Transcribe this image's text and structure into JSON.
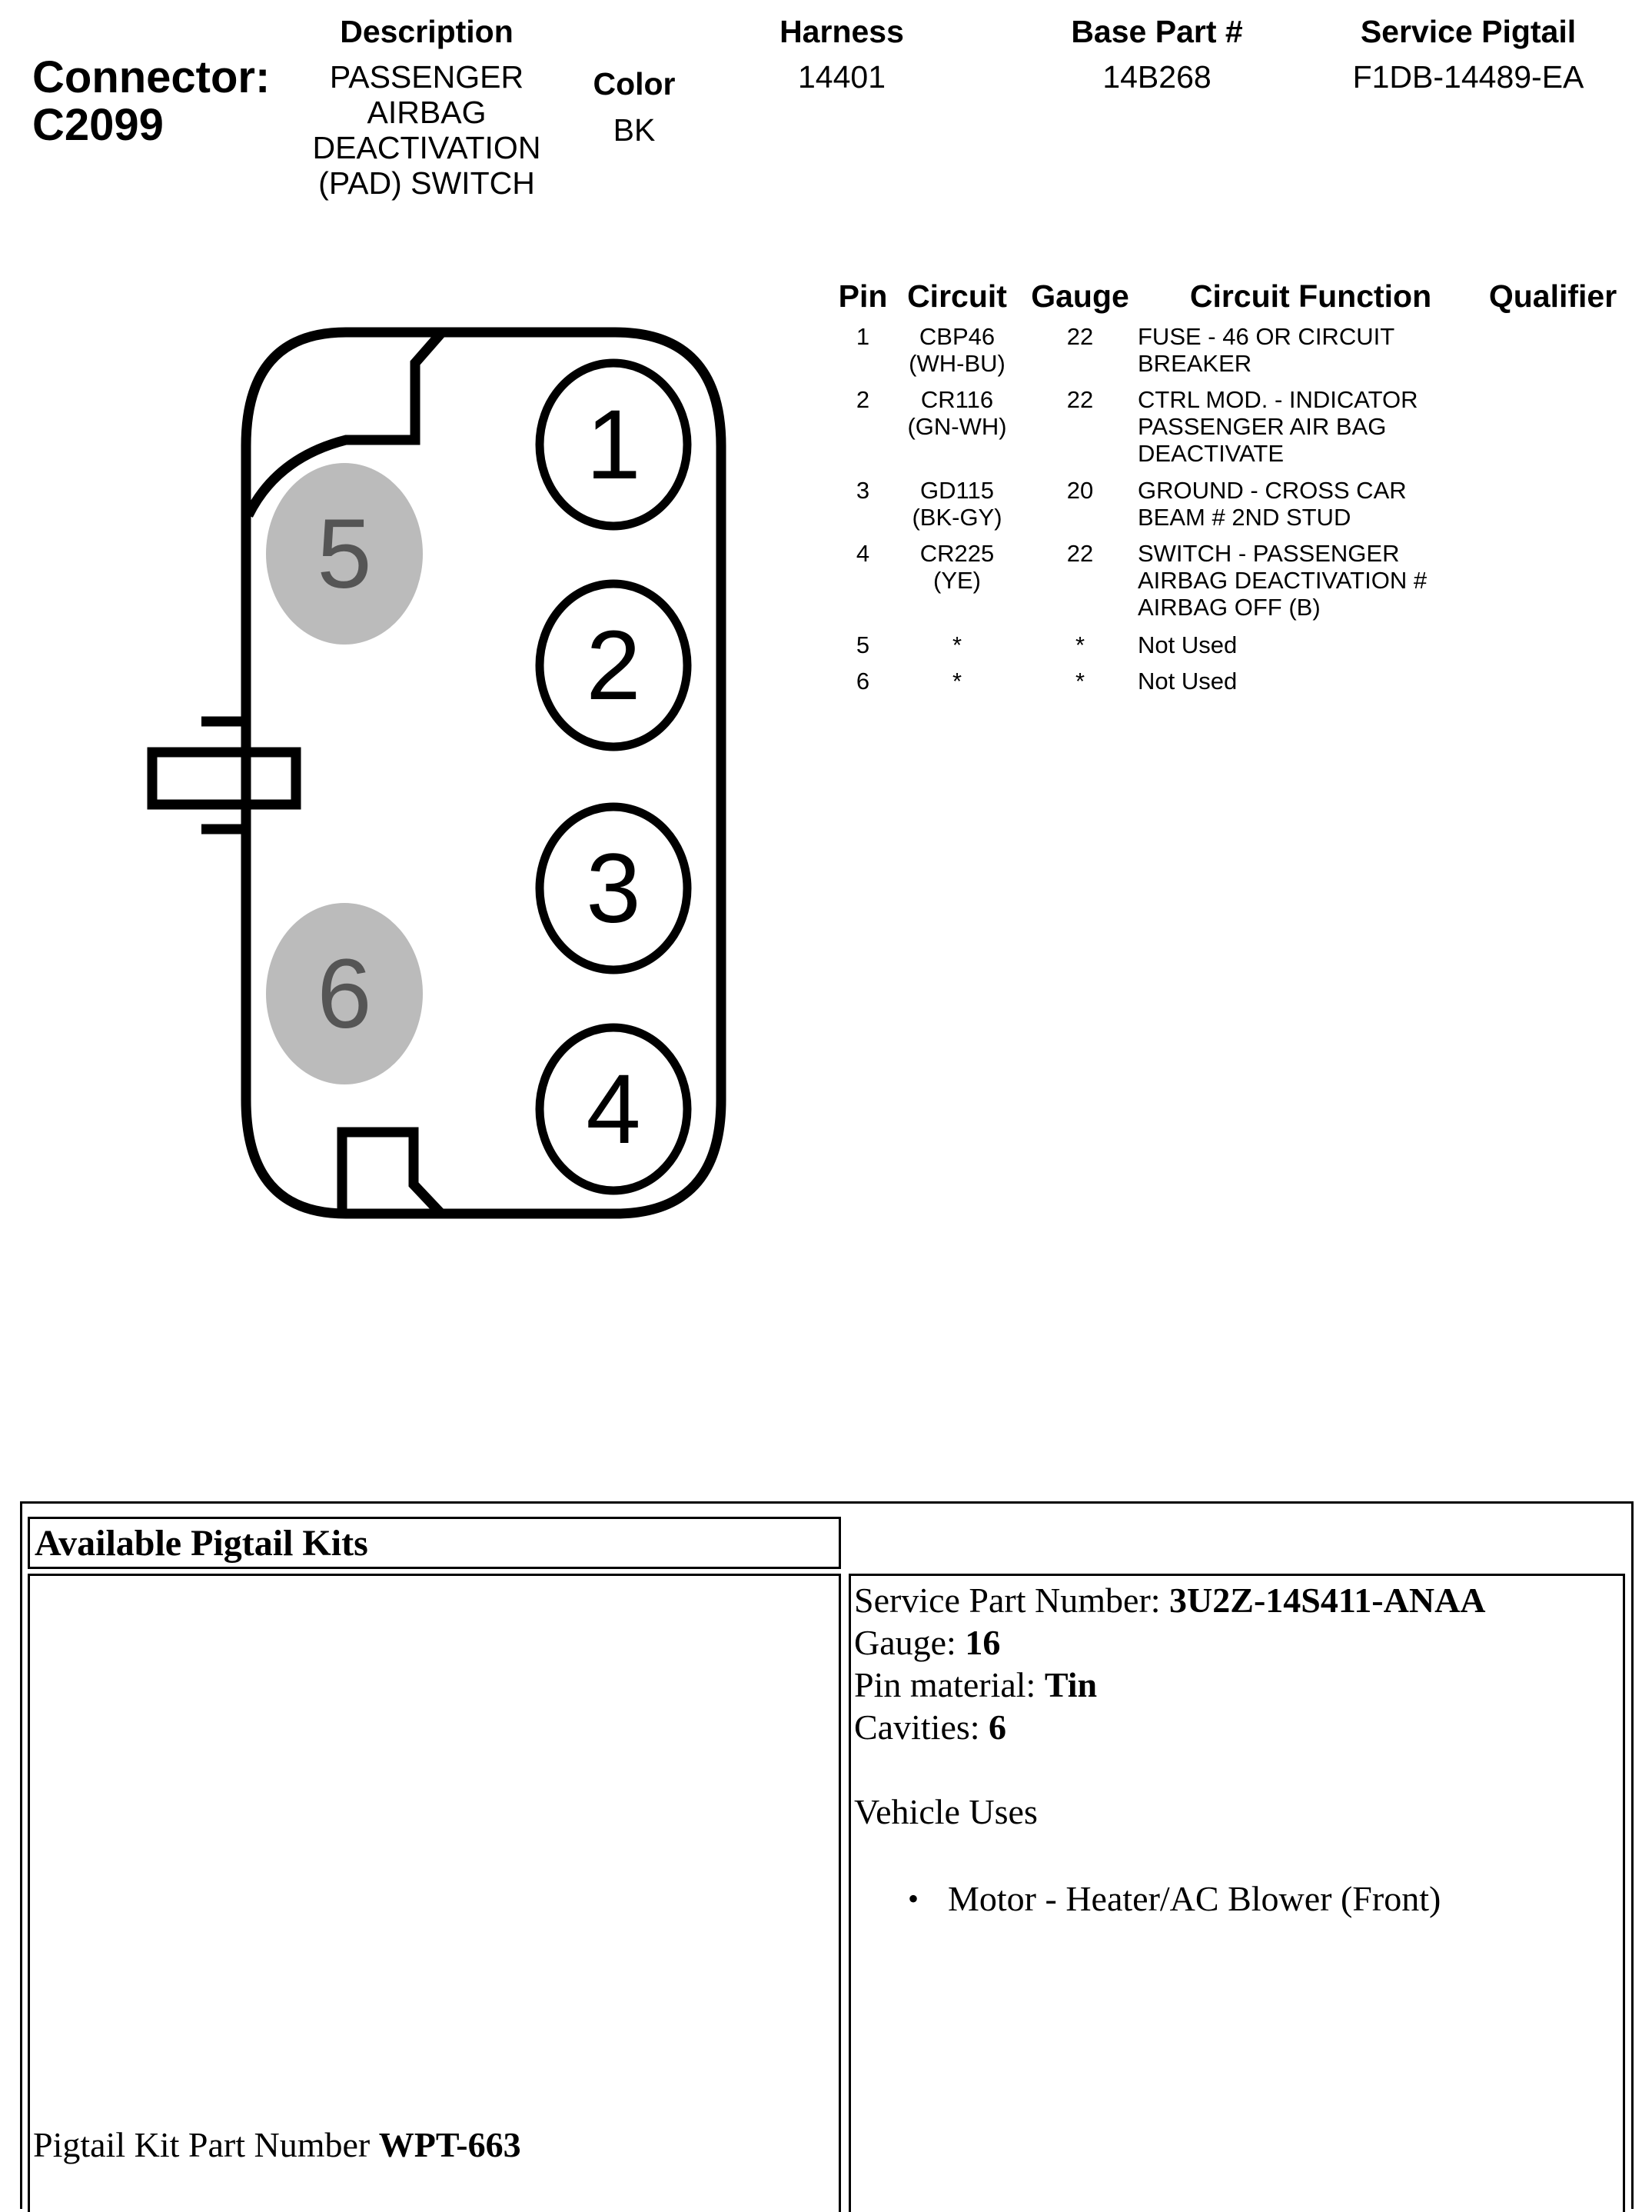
{
  "connector": {
    "label": "Connector:",
    "id": "C2099"
  },
  "headers": {
    "description": "Description",
    "color": "Color",
    "harness": "Harness",
    "base_part": "Base Part #",
    "service_pigtail": "Service Pigtail"
  },
  "values": {
    "description_lines": [
      "PASSENGER",
      "AIRBAG",
      "DEACTIVATION",
      "(PAD) SWITCH"
    ],
    "color": "BK",
    "harness": "14401",
    "base_part": "14B268",
    "service_pigtail": "F1DB-14489-EA"
  },
  "pin_table": {
    "headers": {
      "pin": "Pin",
      "circuit": "Circuit",
      "gauge": "Gauge",
      "function": "Circuit Function",
      "qualifier": "Qualifier"
    },
    "rows": [
      {
        "pin": "1",
        "circuit": [
          "CBP46",
          "(WH-BU)"
        ],
        "gauge": "22",
        "function": [
          "FUSE - 46 OR CIRCUIT",
          "BREAKER"
        ]
      },
      {
        "pin": "2",
        "circuit": [
          "CR116",
          "(GN-WH)"
        ],
        "gauge": "22",
        "function": [
          "CTRL MOD. - INDICATOR",
          "PASSENGER AIR BAG",
          "DEACTIVATE"
        ]
      },
      {
        "pin": "3",
        "circuit": [
          "GD115",
          "(BK-GY)"
        ],
        "gauge": "20",
        "function": [
          "GROUND - CROSS CAR",
          "BEAM # 2ND STUD"
        ]
      },
      {
        "pin": "4",
        "circuit": [
          "CR225",
          "(YE)"
        ],
        "gauge": "22",
        "function": [
          "SWITCH - PASSENGER",
          "AIRBAG DEACTIVATION #",
          "AIRBAG OFF (B)"
        ]
      },
      {
        "pin": "5",
        "circuit": [
          "*"
        ],
        "gauge": "*",
        "function": [
          "Not Used"
        ]
      },
      {
        "pin": "6",
        "circuit": [
          "*"
        ],
        "gauge": "*",
        "function": [
          "Not Used"
        ]
      }
    ]
  },
  "diagram": {
    "pins_used": [
      "1",
      "2",
      "3",
      "4"
    ],
    "pins_unused": [
      "5",
      "6"
    ],
    "unused_color": "#bbbbbb",
    "unused_text_color": "#555555"
  },
  "pigtail": {
    "title": "Available Pigtail Kits",
    "kit_part_label": "Pigtail Kit Part Number ",
    "kit_part_value": "WPT-663",
    "service_part_label": "Service Part Number: ",
    "service_part_value": "3U2Z-14S411-ANAA",
    "gauge_label": "Gauge: ",
    "gauge_value": "16",
    "pin_material_label": "Pin material: ",
    "pin_material_value": "Tin",
    "cavities_label": "Cavities: ",
    "cavities_value": "6",
    "vehicle_uses_label": "Vehicle Uses",
    "vehicle_uses": [
      "Motor - Heater/AC Blower (Front)"
    ]
  }
}
